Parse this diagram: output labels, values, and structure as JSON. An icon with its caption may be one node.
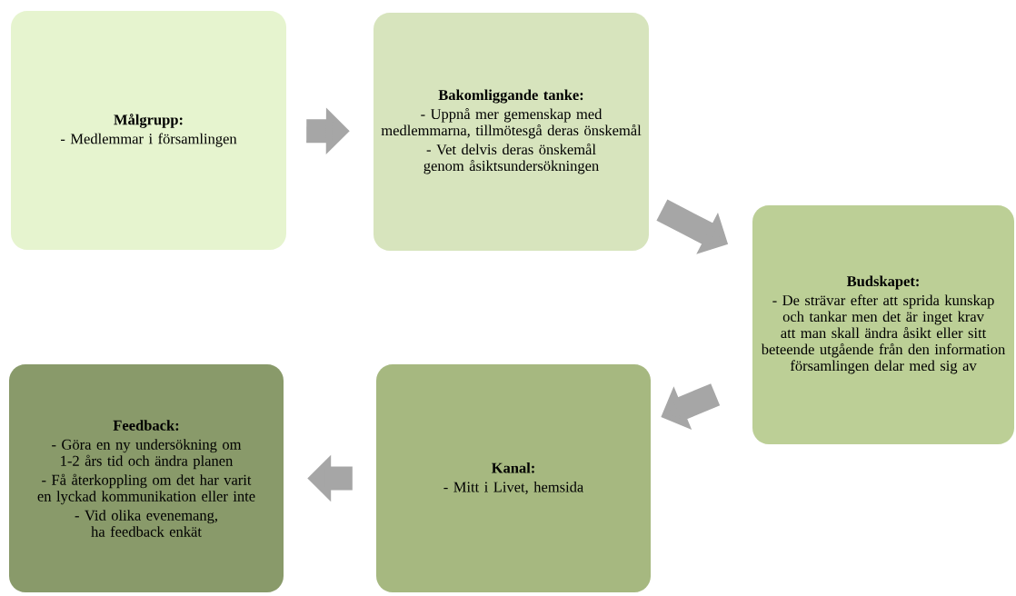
{
  "diagram": {
    "nodes": [
      {
        "text": [
          "Målgrupp:",
          "- Medlemmar i församlingen"
        ]
      },
      {
        "text": [
          "Bakomliggande tanke:",
          "- Uppnå mer gemenskap med medlemmarna, tillmötesgå deras önskemål",
          "- Vet delvis deras önskemål genom åsiktsundersökningen"
        ]
      },
      {
        "text": [
          "Budskapet:",
          "- De strävar efter att sprida kunskap och tankar men det är inget krav att man skall ändra åsikt eller sitt beteende utgående från den information församlingen delar med sig av"
        ]
      },
      {
        "text": [
          "Kanal:",
          "- Mitt i Livet, hemsida"
        ]
      },
      {
        "text": [
          "Feedback:",
          "- Göra en ny undersökning om 1-2 års tid och ändra planen",
          "- Få återkoppling om det har varit en lyckad kommunikation eller inte",
          "- Vid olika evenemang, ha feedback enkät"
        ]
      }
    ],
    "edges": [
      {
        "from": 0,
        "to": 1,
        "arrow": "to"
      },
      {
        "from": 1,
        "to": 2,
        "arrow": "to"
      },
      {
        "from": 2,
        "to": 3,
        "arrow": "to"
      },
      {
        "from": 3,
        "to": 4,
        "arrow": "to"
      }
    ]
  }
}
